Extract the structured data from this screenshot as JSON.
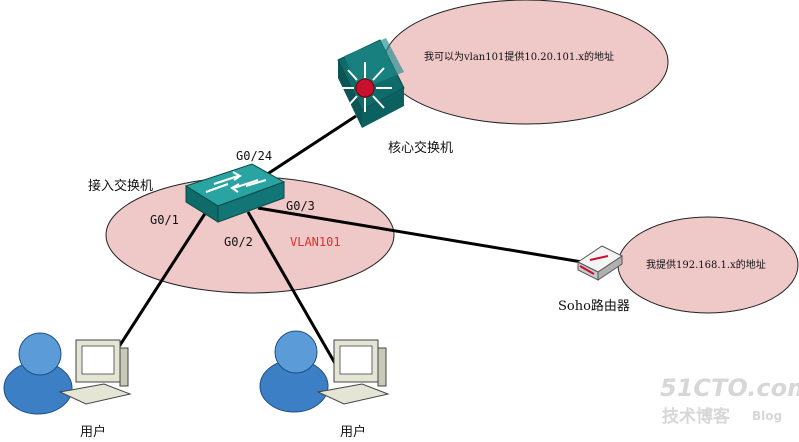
{
  "bubbles": {
    "core": "我可以为vlan101提供10.20.101.x的地址",
    "soho": "我提供192.168.1.x的地址"
  },
  "devices": {
    "core_switch": "核心交换机",
    "access_switch": "接入交换机",
    "soho_router": "Soho路由器",
    "user_left": "用户",
    "user_right": "用户"
  },
  "ports": {
    "g024": "G0/24",
    "g01": "G0/1",
    "g02": "G0/2",
    "g03": "G0/3"
  },
  "vlan": {
    "label": "VLAN101",
    "color": "#e0302a"
  },
  "colors": {
    "bubble_fill": "#efc8c8",
    "switch_teal": "#1e8c8c",
    "user_blue": "#3d7fc4"
  },
  "watermark": {
    "site": "51CTO.com",
    "sub": "技术博客",
    "blog": "Blog"
  }
}
